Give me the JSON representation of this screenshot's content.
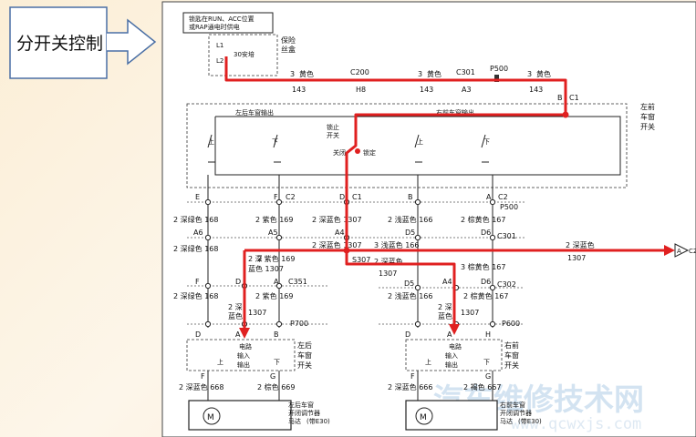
{
  "callout": {
    "text": "分开关控制"
  },
  "fuse_box": {
    "line1": "锁匙在RUN、ACC位置",
    "line2": "或RAP通电时供电",
    "l1": "L1",
    "l2": "L2",
    "fuse": "30安培",
    "name": "保险丝盒"
  },
  "top_wire": {
    "segments": [
      {
        "gauge": "3",
        "color": "黄色",
        "circuit": "143"
      },
      {
        "gauge": "3",
        "color": "黄色",
        "circuit": "143"
      },
      {
        "gauge": "3",
        "color": "黄色",
        "circuit": "143"
      }
    ],
    "c200": "C200",
    "c200_pin": "H8",
    "c301": "C301",
    "c301_pin": "A3",
    "p500": "P500",
    "b_pin": "B",
    "c1": "C1"
  },
  "master_switch": {
    "name": "左前车窗开关",
    "left_output": "左后车窗输出",
    "right_output": "右前车窗输出",
    "lock_switch": "锁止开关",
    "close": "关闭",
    "lock": "锁定",
    "up": "上",
    "down": "下"
  },
  "conn_row1": {
    "pins": [
      "E",
      "F",
      "D",
      "B",
      "A"
    ],
    "c2": "C2",
    "c1": "C1",
    "c2b": "C2",
    "p500": "P500"
  },
  "wires_row1": [
    {
      "gauge": "2",
      "color": "深绿色",
      "circuit": "168"
    },
    {
      "gauge": "2",
      "color": "紫色",
      "circuit": "169"
    },
    {
      "gauge": "2",
      "color": "深蓝色",
      "circuit": "1307"
    },
    {
      "gauge": "2",
      "color": "浅蓝色",
      "circuit": "166"
    },
    {
      "gauge": "2",
      "color": "棕黄色",
      "circuit": "167"
    }
  ],
  "conn_row2": {
    "pins": [
      "A6",
      "A5",
      "A4",
      "D5",
      "D6"
    ],
    "c301": "C301"
  },
  "wires_row2": [
    {
      "gauge": "2",
      "color": "深绿色",
      "circuit": "168"
    },
    {
      "gauge": "2",
      "color": "紫色",
      "circuit": "169"
    },
    {
      "gauge": "2",
      "color": "深蓝色",
      "circuit": "1307"
    },
    {
      "gauge": "3",
      "color": "浅蓝色",
      "circuit": "166"
    }
  ],
  "branch": {
    "gauge": "2",
    "color": "深蓝色",
    "circuit": "1307",
    "target": "A",
    "target_conn": "C2"
  },
  "left_lower": {
    "tap_gauge": "2",
    "tap_color": "深蓝色",
    "tap_circuit": "1307",
    "s307": "S307",
    "purple": {
      "gauge": "2",
      "color": "紫色",
      "circuit": "169"
    },
    "conn_pins": [
      "F",
      "D",
      "A"
    ],
    "c351": "C351",
    "green": {
      "gauge": "2",
      "color": "深绿色",
      "circuit": "168"
    },
    "blue": {
      "gauge": "2",
      "color": "深蓝色",
      "circuit": "1307"
    },
    "purple2": {
      "gauge": "2",
      "color": "紫色",
      "circuit": "169"
    },
    "sw_pins": [
      "D",
      "A",
      "B"
    ],
    "p700": "P700"
  },
  "right_lower": {
    "blue": {
      "gauge": "2",
      "color": "深蓝色",
      "circuit": "1307"
    },
    "brown": {
      "gauge": "3",
      "color": "棕黄色",
      "circuit": "167"
    },
    "conn_pins": [
      "D5",
      "A4",
      "D6"
    ],
    "c302": "C302",
    "blue2": {
      "gauge": "2",
      "color": "浅蓝色",
      "circuit": "166"
    },
    "dblue": {
      "gauge": "2",
      "color": "深蓝色",
      "circuit": "1307"
    },
    "brown2": {
      "gauge": "2",
      "color": "棕黄色",
      "circuit": "167"
    },
    "sw_pins": [
      "D",
      "A",
      "H"
    ],
    "p600": "P600"
  },
  "rear_switch": {
    "name": "左后车窗开关",
    "circuit": "电路",
    "input": "输入",
    "output": "输出",
    "up": "上",
    "down": "下",
    "pins": [
      "F",
      "G"
    ]
  },
  "front_switch": {
    "name": "右前车窗开关",
    "circuit": "电路",
    "input": "输入",
    "output": "输出",
    "up": "上",
    "down": "下",
    "pins": [
      "F",
      "G"
    ]
  },
  "motor_left": {
    "name": "左后车窗开闭调节器马达",
    "note": "(带E30)",
    "m": "M",
    "w1": {
      "gauge": "2",
      "color": "深蓝色",
      "circuit": "668"
    },
    "w2": {
      "gauge": "2",
      "color": "棕色",
      "circuit": "669"
    }
  },
  "motor_right": {
    "name": "右前车窗开闭调节器马达",
    "note": "(带E30)",
    "m": "M",
    "w1": {
      "gauge": "2",
      "color": "深蓝色",
      "circuit": "666"
    },
    "w2": {
      "gauge": "2",
      "color": "褐色",
      "circuit": "667"
    }
  },
  "watermark": {
    "text": "汽车维修技术网",
    "url": "www.qcwxjs.com"
  },
  "colors": {
    "highlight": "#e02020",
    "callout_border": "#4a6fa5",
    "background": "#fcf1de"
  }
}
